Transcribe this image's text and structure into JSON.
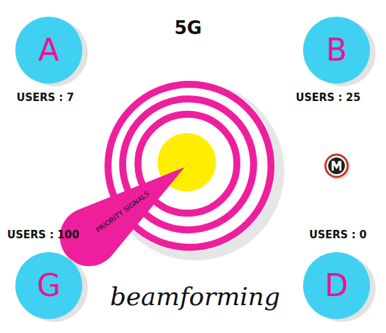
{
  "diagram": {
    "title": "5G",
    "nodes": [
      {
        "text": [
          "A",
          "USERS : 7"
        ]
      },
      {
        "text": [
          "B",
          "USERS : 25"
        ]
      },
      {
        "text": [
          "PRIORITY SIGNALS"
        ]
      },
      {
        "text": [
          "G",
          "USERS : 100"
        ]
      },
      {
        "text": [
          "D",
          "USERS : 0"
        ]
      }
    ],
    "labels": [
      "beamforming"
    ]
  }
}
